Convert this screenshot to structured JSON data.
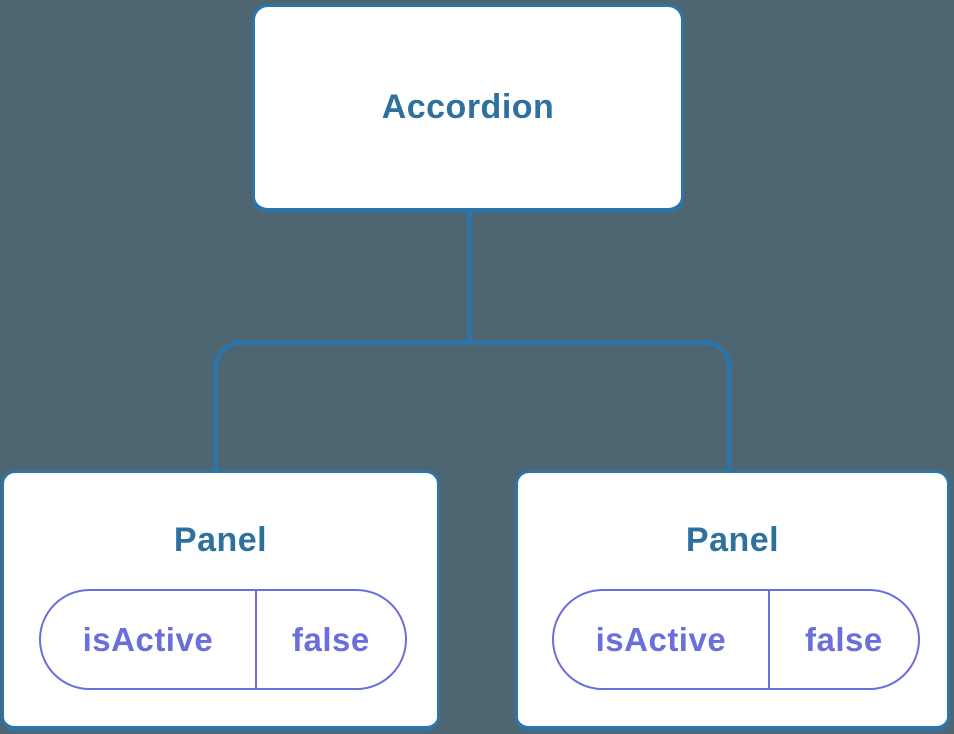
{
  "colors": {
    "background": "#4D6671",
    "connector": "#2E74A8",
    "node_border": "#2E74A8",
    "node_title": "#2F709F",
    "state_accent": "#6A6FDC",
    "node_fill": "#FFFFFF"
  },
  "tree": {
    "root": {
      "label": "Accordion"
    },
    "children": [
      {
        "label": "Panel",
        "state": {
          "key": "isActive",
          "value": "false"
        }
      },
      {
        "label": "Panel",
        "state": {
          "key": "isActive",
          "value": "false"
        }
      }
    ]
  }
}
